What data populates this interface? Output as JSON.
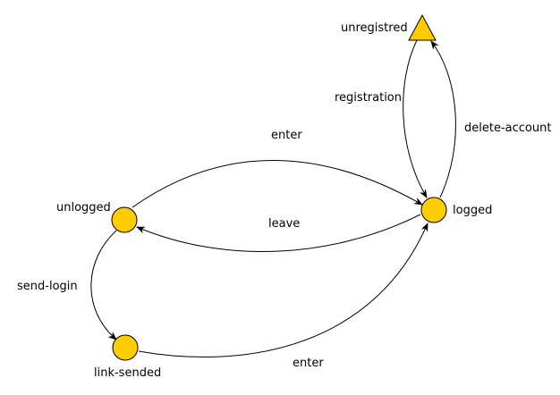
{
  "colors": {
    "node_fill": "#FFCC00",
    "node_stroke": "#000000",
    "edge_stroke": "#000000",
    "background": "#FFFFFF"
  },
  "nodes": {
    "unregistred": {
      "label": "unregistred",
      "shape": "triangle"
    },
    "logged": {
      "label": "logged",
      "shape": "circle"
    },
    "unlogged": {
      "label": "unlogged",
      "shape": "circle"
    },
    "link_sended": {
      "label": "link-sended",
      "shape": "circle"
    }
  },
  "edges": {
    "registration": {
      "label": "registration",
      "from": "unregistred",
      "to": "logged"
    },
    "delete_account": {
      "label": "delete-account",
      "from": "logged",
      "to": "unregistred"
    },
    "enter_top": {
      "label": "enter",
      "from": "unlogged",
      "to": "logged"
    },
    "leave": {
      "label": "leave",
      "from": "logged",
      "to": "unlogged"
    },
    "send_login": {
      "label": "send-login",
      "from": "unlogged",
      "to": "link_sended"
    },
    "enter_bottom": {
      "label": "enter",
      "from": "link_sended",
      "to": "logged"
    }
  }
}
